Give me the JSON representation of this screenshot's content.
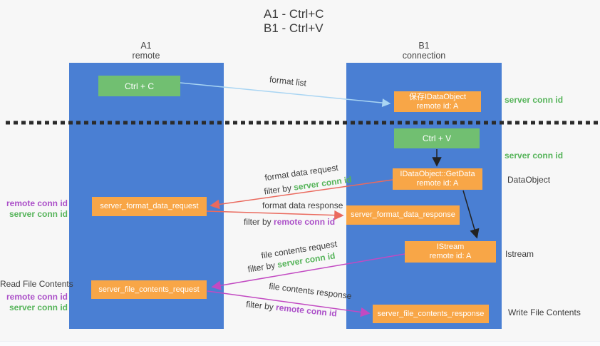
{
  "title": {
    "line1": "A1 - Ctrl+C",
    "line2": "B1 - Ctrl+V"
  },
  "lifelines": {
    "left": {
      "name": "A1",
      "role": "remote"
    },
    "right": {
      "name": "B1",
      "role": "connection"
    }
  },
  "nodes": {
    "ctrl_c": {
      "label": "Ctrl + C"
    },
    "ctrl_v": {
      "label": "Ctrl + V"
    },
    "save_dataobject": {
      "line1": "保存IDataObject",
      "line2": "remote id: A"
    },
    "getdata": {
      "line1": "IDataObject::GetData",
      "line2": "remote id: A"
    },
    "istream": {
      "line1": "IStream",
      "line2": "remote id: A"
    },
    "server_format_data_request": {
      "label": "server_format_data_request"
    },
    "server_format_data_response": {
      "label": "server_format_data_response"
    },
    "server_file_contents_request": {
      "label": "server_file_contents_request"
    },
    "server_file_contents_response": {
      "label": "server_file_contents_response"
    }
  },
  "arrow_labels": {
    "format_list": "format list",
    "format_data_request": "format data request",
    "format_data_response": "format data response",
    "file_contents_request": "file contents request",
    "file_contents_response": "file contents response",
    "filter_by": "filter by",
    "server_conn_id": "server conn id",
    "remote_conn_id": "remote conn id"
  },
  "side_labels": {
    "server_conn_id": "server conn id",
    "remote_conn_id": "remote conn id",
    "dataobject": "DataObject",
    "istream": "Istream",
    "read_file_contents": "Read File Contents",
    "write_file_contents": "Write File Contents"
  },
  "colors": {
    "lifeline_blue": "#4a7fd3",
    "node_green": "#71bf71",
    "node_orange": "#f8a647",
    "green_text": "#56b45a",
    "purple_text": "#ab4fc8",
    "red_arrow": "#ea6a5e",
    "magenta_arrow": "#c24ac2",
    "blue_arrow": "#a9d5f3",
    "dotted_line": "#2b2b2b",
    "dark_text": "#3c3c3c"
  }
}
